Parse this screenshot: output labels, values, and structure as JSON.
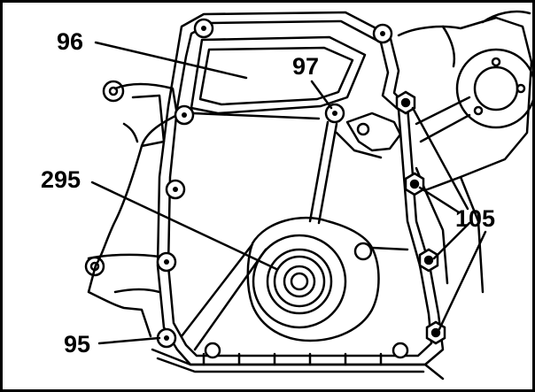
{
  "callouts": {
    "c96": "96",
    "c97": "97",
    "c295": "295",
    "c105": "105",
    "c95": "95"
  },
  "colors": {
    "ink": "#000000",
    "paper": "#ffffff"
  }
}
